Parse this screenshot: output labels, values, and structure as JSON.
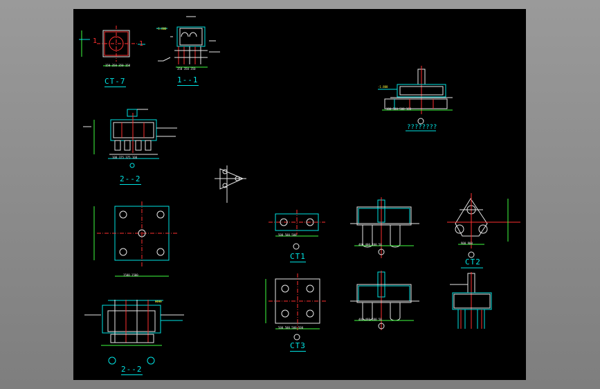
{
  "labels": {
    "ct7": "CT-7",
    "sec11": "1--1",
    "cut_left": "1",
    "cut_right": "1",
    "sec22_top": "2--2",
    "sec22_bottom": "2--2",
    "ct1": "CT1",
    "ct2": "CT2",
    "ct3": "CT3",
    "unknown_title": "????????"
  },
  "colors": {
    "background": "#000000",
    "frame": "#8c8c8c",
    "cyan": "#00e5e5",
    "red": "#ff3030",
    "white": "#e8e8e8",
    "yellow": "#ffff40",
    "green": "#40ff40"
  }
}
